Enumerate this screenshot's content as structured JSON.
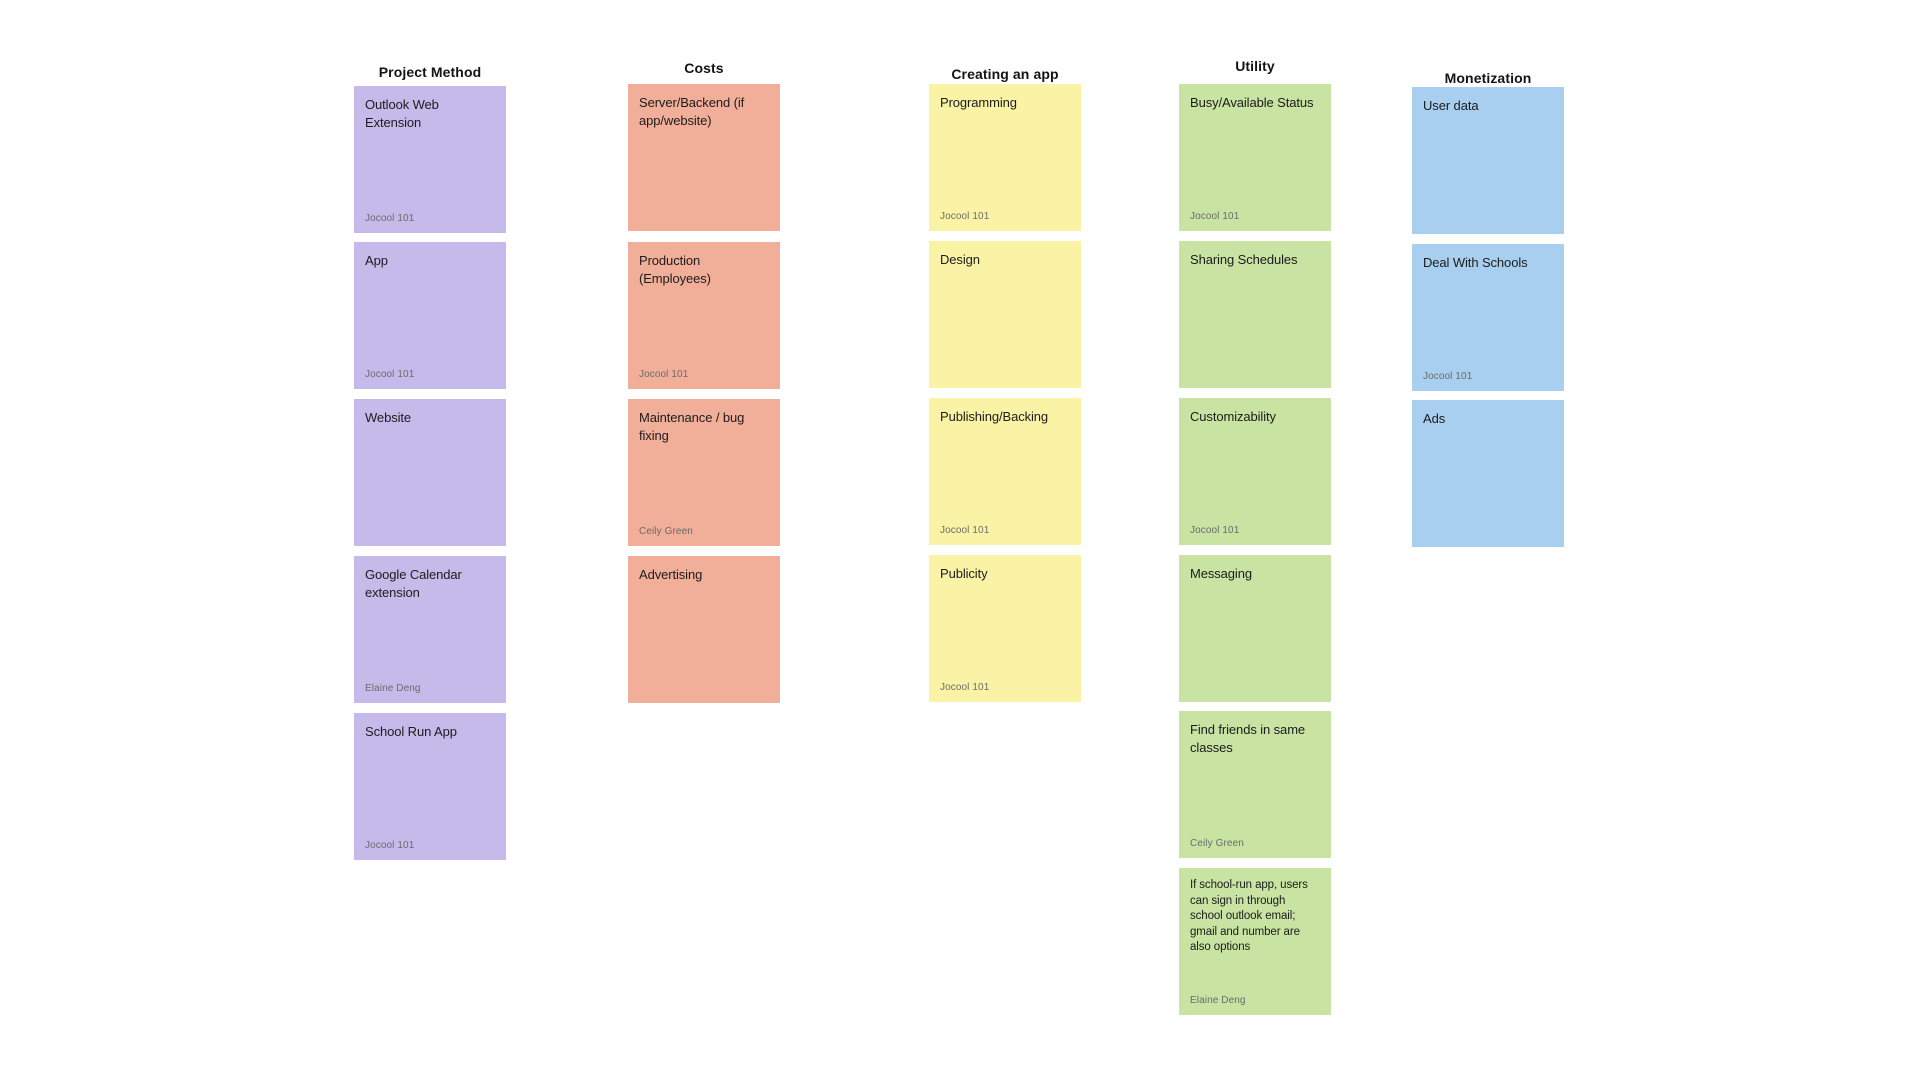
{
  "board": {
    "background_color": "#ffffff",
    "columns": [
      {
        "title": "Project Method",
        "color": "#c5baea",
        "notes": [
          {
            "text": "Outlook Web Extension",
            "author": "Jocool 101"
          },
          {
            "text": "App",
            "author": "Jocool 101"
          },
          {
            "text": "Website",
            "author": ""
          },
          {
            "text": "Google Calendar extension",
            "author": "Elaine Deng"
          },
          {
            "text": "School Run App",
            "author": "Jocool 101"
          }
        ]
      },
      {
        "title": "Costs",
        "color": "#f1ae98",
        "notes": [
          {
            "text": "Server/Backend (if app/website)",
            "author": ""
          },
          {
            "text": "Production (Employees)",
            "author": "Jocool 101"
          },
          {
            "text": "Maintenance / bug fixing",
            "author": "Ceily Green"
          },
          {
            "text": "Advertising",
            "author": ""
          }
        ]
      },
      {
        "title": "Creating an app",
        "color": "#faf3a6",
        "notes": [
          {
            "text": "Programming",
            "author": "Jocool 101"
          },
          {
            "text": "Design",
            "author": ""
          },
          {
            "text": "Publishing/Backing",
            "author": "Jocool 101"
          },
          {
            "text": "Publicity",
            "author": "Jocool 101"
          }
        ]
      },
      {
        "title": "Utility",
        "color": "#c8e3a2",
        "notes": [
          {
            "text": "Busy/Available Status",
            "author": "Jocool 101"
          },
          {
            "text": "Sharing Schedules",
            "author": ""
          },
          {
            "text": "Customizability",
            "author": "Jocool 101"
          },
          {
            "text": "Messaging",
            "author": ""
          },
          {
            "text": "Find friends in same classes",
            "author": "Ceily Green"
          },
          {
            "text": "If school-run app, users can sign in through school outlook email; gmail and number are also options",
            "author": "Elaine Deng"
          }
        ]
      },
      {
        "title": "Monetization",
        "color": "#a8cef0",
        "notes": [
          {
            "text": "User data",
            "author": ""
          },
          {
            "text": "Deal With Schools",
            "author": "Jocool 101"
          },
          {
            "text": "Ads",
            "author": ""
          }
        ]
      }
    ]
  }
}
